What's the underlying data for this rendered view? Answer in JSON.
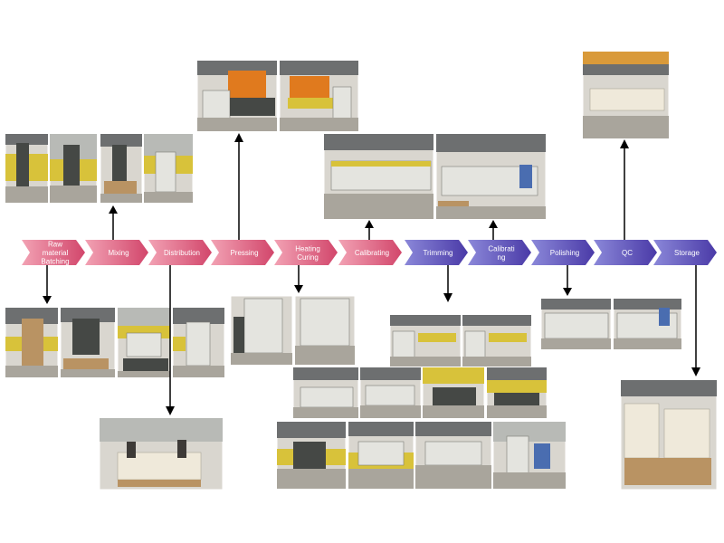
{
  "process_steps": [
    {
      "label_lines": [
        "Raw",
        "material",
        "Batching"
      ],
      "color": "pink"
    },
    {
      "label_lines": [
        "Mixing"
      ],
      "color": "pink"
    },
    {
      "label_lines": [
        "Distribution"
      ],
      "color": "pink"
    },
    {
      "label_lines": [
        "Pressing"
      ],
      "color": "pink"
    },
    {
      "label_lines": [
        "Heating",
        "Curing"
      ],
      "color": "pink"
    },
    {
      "label_lines": [
        "Calibrating"
      ],
      "color": "pink"
    },
    {
      "label_lines": [
        "Trimming"
      ],
      "color": "purple"
    },
    {
      "label_lines": [
        "Calibrati",
        "ng"
      ],
      "color": "purple"
    },
    {
      "label_lines": [
        "Polishing"
      ],
      "color": "purple"
    },
    {
      "label_lines": [
        "QC"
      ],
      "color": "purple"
    },
    {
      "label_lines": [
        "Storage"
      ],
      "color": "purple"
    }
  ],
  "colors": {
    "pink_start": "#f2a2b4",
    "pink_end": "#d2466b",
    "purple_start": "#8b88d9",
    "purple_end": "#4a3aa7",
    "arrow": "#000000"
  }
}
